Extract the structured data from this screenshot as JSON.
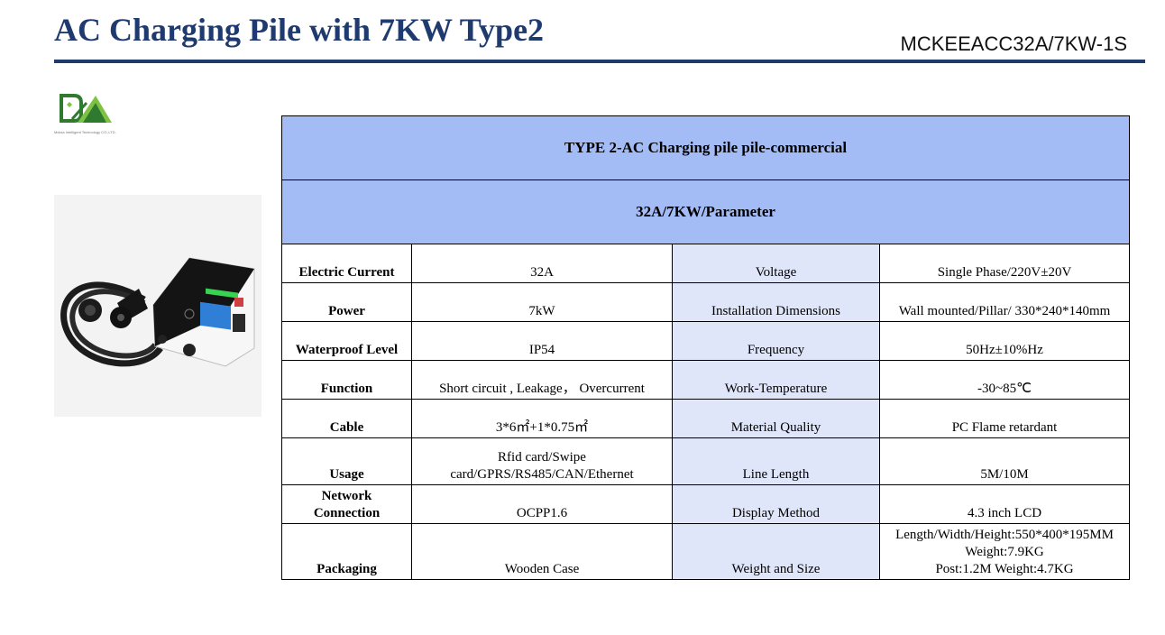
{
  "header": {
    "title": "AC Charging Pile with 7KW Type2",
    "model": "MCKEEACC32A/7KW-1S"
  },
  "logo": {
    "subtext": "Mcksa Intelligent Technology CO.,LTD."
  },
  "table": {
    "banner1": "TYPE 2-AC  Charging pile pile-commercial",
    "banner2": "32A/7KW/Parameter",
    "rows": [
      {
        "label1": [
          "Electric Current"
        ],
        "value1": [
          "32A"
        ],
        "label2": [
          "Voltage"
        ],
        "value2": [
          "Single Phase/220V±20V"
        ]
      },
      {
        "label1": [
          "Power"
        ],
        "value1": [
          "7kW"
        ],
        "label2": [
          "Installation Dimensions"
        ],
        "value2": [
          "Wall mounted/Pillar/ 330*240*140mm"
        ]
      },
      {
        "label1": [
          "Waterproof Level"
        ],
        "value1": [
          "IP54"
        ],
        "label2": [
          "Frequency"
        ],
        "value2": [
          "50Hz±10%Hz"
        ]
      },
      {
        "label1": [
          "Function"
        ],
        "value1": [
          "Short circuit , Leakage， Overcurrent"
        ],
        "label2": [
          "Work-Temperature"
        ],
        "value2": [
          "-30~85℃"
        ]
      },
      {
        "label1": [
          "Cable"
        ],
        "value1": [
          "3*6㎡+1*0.75㎡"
        ],
        "label2": [
          "Material Quality"
        ],
        "value2": [
          "PC Flame retardant"
        ]
      },
      {
        "label1": [
          "Usage"
        ],
        "value1": [
          "Rfid card/Swipe",
          "card/GPRS/RS485/CAN/Ethernet"
        ],
        "label2": [
          "Line Length"
        ],
        "value2": [
          "5M/10M"
        ]
      },
      {
        "label1": [
          "Network",
          "Connection"
        ],
        "value1": [
          "OCPP1.6"
        ],
        "label2": [
          "Display Method"
        ],
        "value2": [
          "4.3 inch LCD"
        ]
      },
      {
        "label1": [
          "Packaging"
        ],
        "value1": [
          "Wooden Case"
        ],
        "label2": [
          "Weight and Size"
        ],
        "value2": [
          "Length/Width/Height:550*400*195MM",
          "Weight:7.9KG",
          "Post:1.2M    Weight:4.7KG"
        ]
      }
    ]
  }
}
